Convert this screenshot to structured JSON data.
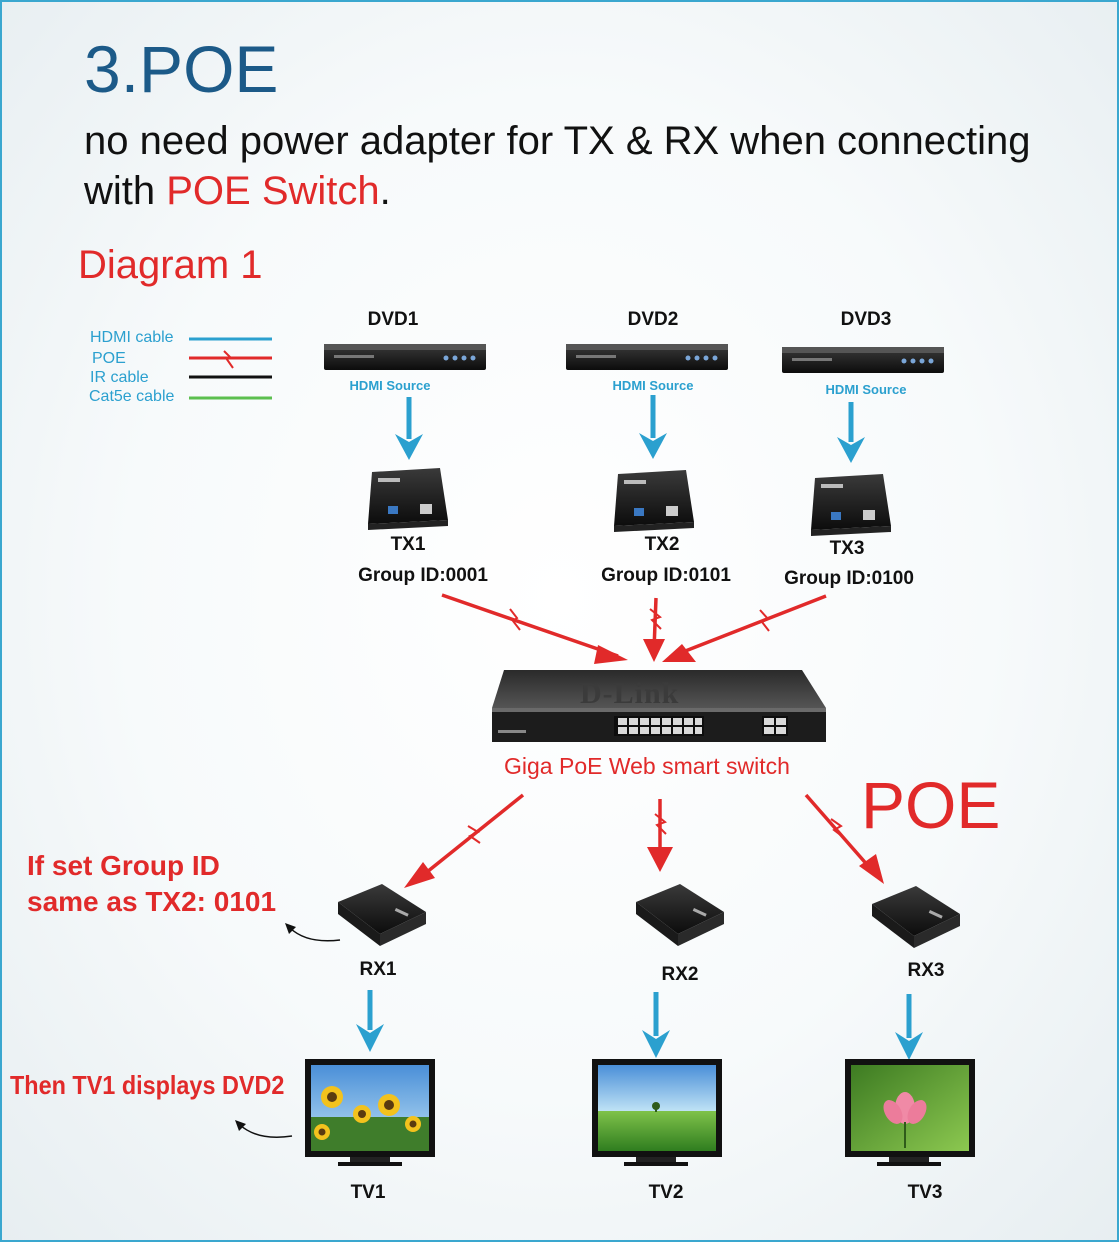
{
  "header": {
    "title": "3.POE",
    "subtitle_part1": "no need power adapter for TX & RX when connecting with ",
    "subtitle_highlight": "POE Switch",
    "subtitle_end": "."
  },
  "diagram_title": "Diagram 1",
  "legend": [
    {
      "label": "HDMI cable",
      "color": "#2ba0cf"
    },
    {
      "label": "POE",
      "color": "#e12a2a"
    },
    {
      "label": "IR cable",
      "color": "#111111"
    },
    {
      "label": "Cat5e cable",
      "color": "#5cbf4f"
    }
  ],
  "sources": [
    {
      "name": "DVD1",
      "label": "HDMI Source"
    },
    {
      "name": "DVD2",
      "label": "HDMI Source"
    },
    {
      "name": "DVD3",
      "label": "HDMI Source"
    }
  ],
  "transmitters": [
    {
      "name": "TX1",
      "group": "Group ID:0001"
    },
    {
      "name": "TX2",
      "group": "Group ID:0101"
    },
    {
      "name": "TX3",
      "group": "Group ID:0100"
    }
  ],
  "switch": {
    "label": "Giga PoE Web smart switch",
    "brand": "D-Link"
  },
  "poe_label": "POE",
  "receivers": [
    {
      "name": "RX1"
    },
    {
      "name": "RX2"
    },
    {
      "name": "RX3"
    }
  ],
  "tvs": [
    {
      "name": "TV1"
    },
    {
      "name": "TV2"
    },
    {
      "name": "TV3"
    }
  ],
  "notes": {
    "group_note_line1": "If set Group ID",
    "group_note_line2": "same as TX2: 0101",
    "tv_note": "Then TV1 displays DVD2"
  },
  "colors": {
    "hdmi": "#2ba0cf",
    "poe": "#e12a2a",
    "title": "#1c5a88"
  }
}
